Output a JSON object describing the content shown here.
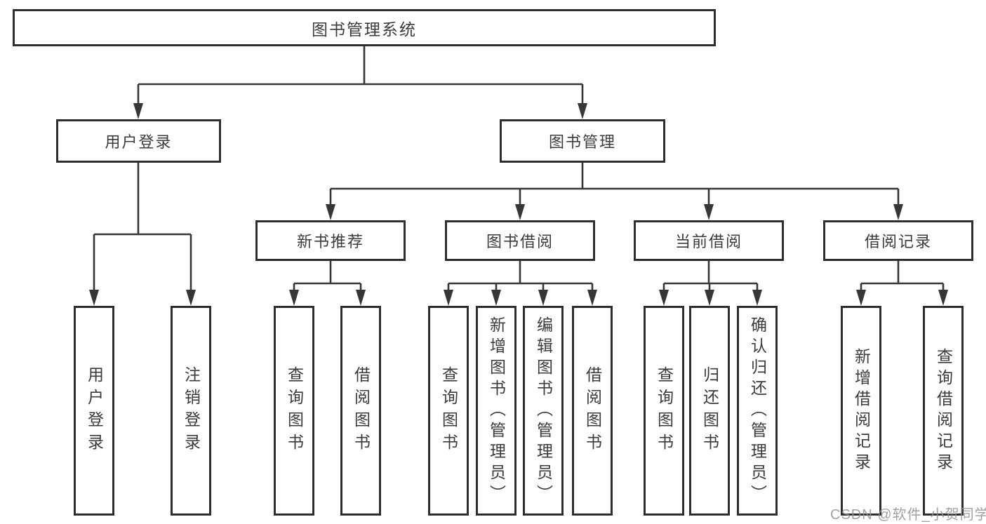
{
  "tree": {
    "root": {
      "label": "图书管理系统"
    },
    "branches": [
      {
        "label": "用户登录",
        "children": [
          {
            "label": "用户登录"
          },
          {
            "label": "注销登录"
          }
        ]
      },
      {
        "label": "图书管理",
        "children": [
          {
            "label": "新书推荐",
            "children": [
              {
                "label": "查询图书"
              },
              {
                "label": "借阅图书"
              }
            ]
          },
          {
            "label": "图书借阅",
            "children": [
              {
                "label": "查询图书"
              },
              {
                "label": "新增图书（管理员）"
              },
              {
                "label": "编辑图书（管理员）"
              },
              {
                "label": "借阅图书"
              }
            ]
          },
          {
            "label": "当前借阅",
            "children": [
              {
                "label": "查询图书"
              },
              {
                "label": "归还图书"
              },
              {
                "label": "确认归还（管理员）"
              }
            ]
          },
          {
            "label": "借阅记录",
            "children": [
              {
                "label": "新增借阅记录"
              },
              {
                "label": "查询借阅记录"
              }
            ]
          }
        ]
      }
    ]
  },
  "watermark": {
    "text": "CSDN @软件_小贺同学"
  },
  "colors": {
    "background": "#ffffff",
    "line": "#363636",
    "box_border": "#2e2e2e",
    "text": "#3b3b3b",
    "watermark": "#919191"
  }
}
